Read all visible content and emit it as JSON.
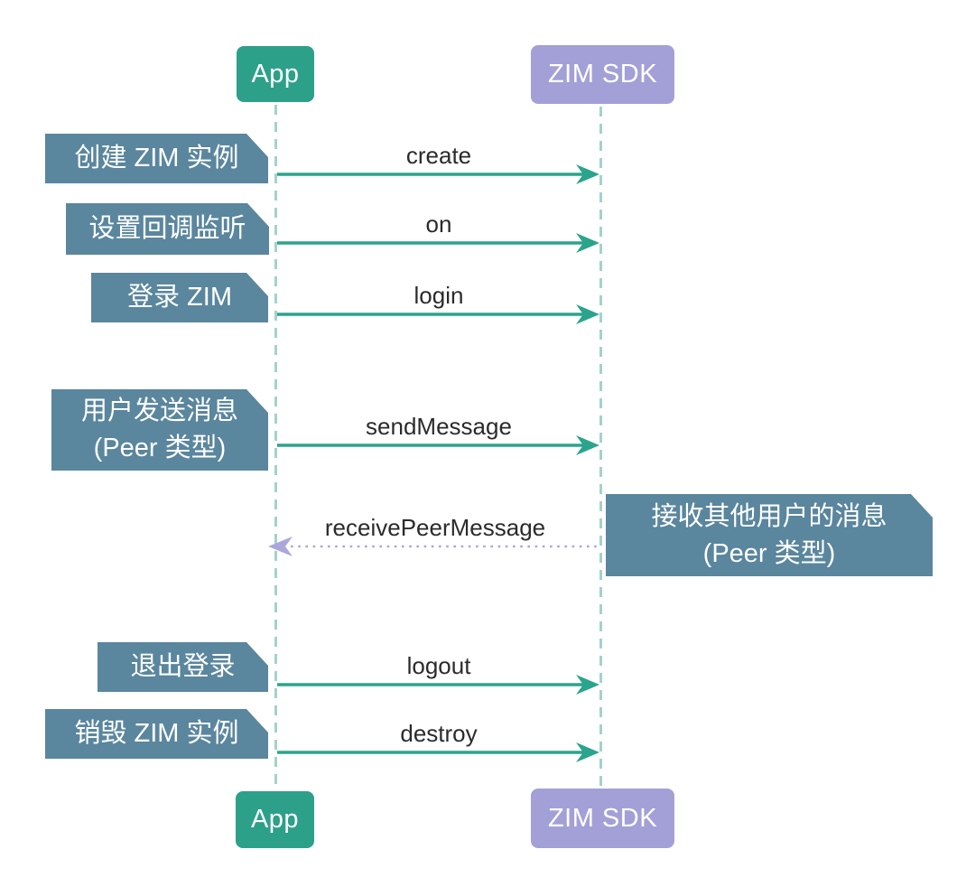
{
  "diagram_type": "sequence",
  "actors": {
    "app_top": "App",
    "sdk_top": "ZIM SDK",
    "app_bottom": "App",
    "sdk_bottom": "ZIM SDK"
  },
  "notes": {
    "create": "创建 ZIM 实例",
    "on": "设置回调监听",
    "login": "登录 ZIM",
    "send_line1": "用户发送消息",
    "send_line2": "(Peer 类型)",
    "receive_line1": "接收其他用户的消息",
    "receive_line2": "(Peer 类型)",
    "logout": "退出登录",
    "destroy": "销毁 ZIM 实例"
  },
  "messages": {
    "create": "create",
    "on": "on",
    "login": "login",
    "send": "sendMessage",
    "receive": "receivePeerMessage",
    "logout": "logout",
    "destroy": "destroy"
  },
  "flow": [
    {
      "message": "create",
      "from": "App",
      "to": "ZIM SDK",
      "line": "solid",
      "note": "创建 ZIM 实例"
    },
    {
      "message": "on",
      "from": "App",
      "to": "ZIM SDK",
      "line": "solid",
      "note": "设置回调监听"
    },
    {
      "message": "login",
      "from": "App",
      "to": "ZIM SDK",
      "line": "solid",
      "note": "登录 ZIM"
    },
    {
      "message": "sendMessage",
      "from": "App",
      "to": "ZIM SDK",
      "line": "solid",
      "note": "用户发送消息 (Peer 类型)"
    },
    {
      "message": "receivePeerMessage",
      "from": "ZIM SDK",
      "to": "App",
      "line": "dotted",
      "note": "接收其他用户的消息 (Peer 类型)"
    },
    {
      "message": "logout",
      "from": "App",
      "to": "ZIM SDK",
      "line": "solid",
      "note": "退出登录"
    },
    {
      "message": "destroy",
      "from": "App",
      "to": "ZIM SDK",
      "line": "solid",
      "note": "销毁 ZIM 实例"
    }
  ],
  "colors": {
    "actor_app": "#2DA08A",
    "actor_sdk": "#A3A0D7",
    "note_bg": "#5A869E",
    "arrow_solid": "#2AA48C",
    "arrow_dotted": "#ABA7DD",
    "lifeline": "#A2D3CA",
    "message_text": "#2B2B2B",
    "background": "#FFFFFF"
  }
}
